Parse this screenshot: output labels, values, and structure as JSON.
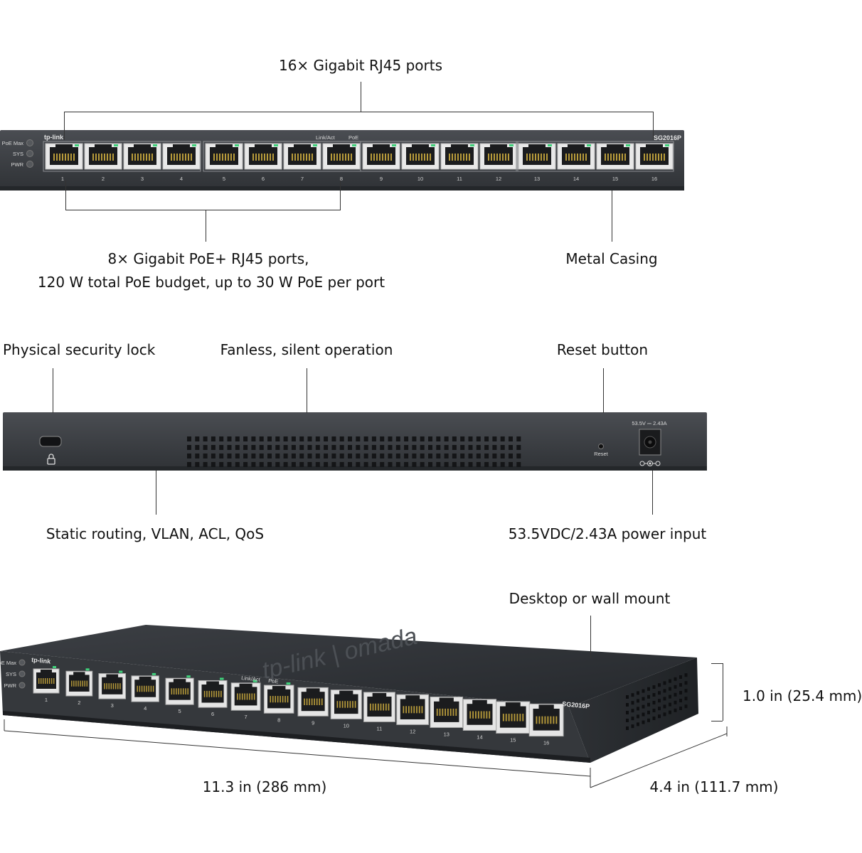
{
  "front": {
    "brand": "tp-link",
    "model": "SG2016P",
    "leds": [
      "PoE Max",
      "SYS",
      "PWR"
    ],
    "link_act_label": "Link/Act",
    "poe_label": "PoE",
    "ports": [
      "1",
      "2",
      "3",
      "4",
      "5",
      "6",
      "7",
      "8",
      "9",
      "10",
      "11",
      "12",
      "13",
      "14",
      "15",
      "16"
    ]
  },
  "callouts": {
    "gigabit_ports": "16× Gigabit RJ45 ports",
    "poe_ports_line1": "8× Gigabit PoE+ RJ45 ports,",
    "poe_ports_line2": "120 W total PoE budget, up to 30 W PoE per port",
    "metal_casing": "Metal Casing",
    "security_lock": "Physical security lock",
    "fanless": "Fanless, silent operation",
    "reset_button": "Reset button",
    "routing": "Static routing, VLAN, ACL, QoS",
    "power_input": "53.5VDC/2.43A power input",
    "mount": "Desktop or wall mount",
    "height": "1.0 in (25.4 mm)",
    "width": "11.3 in (286 mm)",
    "depth": "4.4 in (111.7 mm)"
  },
  "rear": {
    "reset_label": "Reset",
    "power_rating": "53.5V ⎓ 2.43A"
  },
  "perspective": {
    "top_brand": "tp-link | omada"
  }
}
